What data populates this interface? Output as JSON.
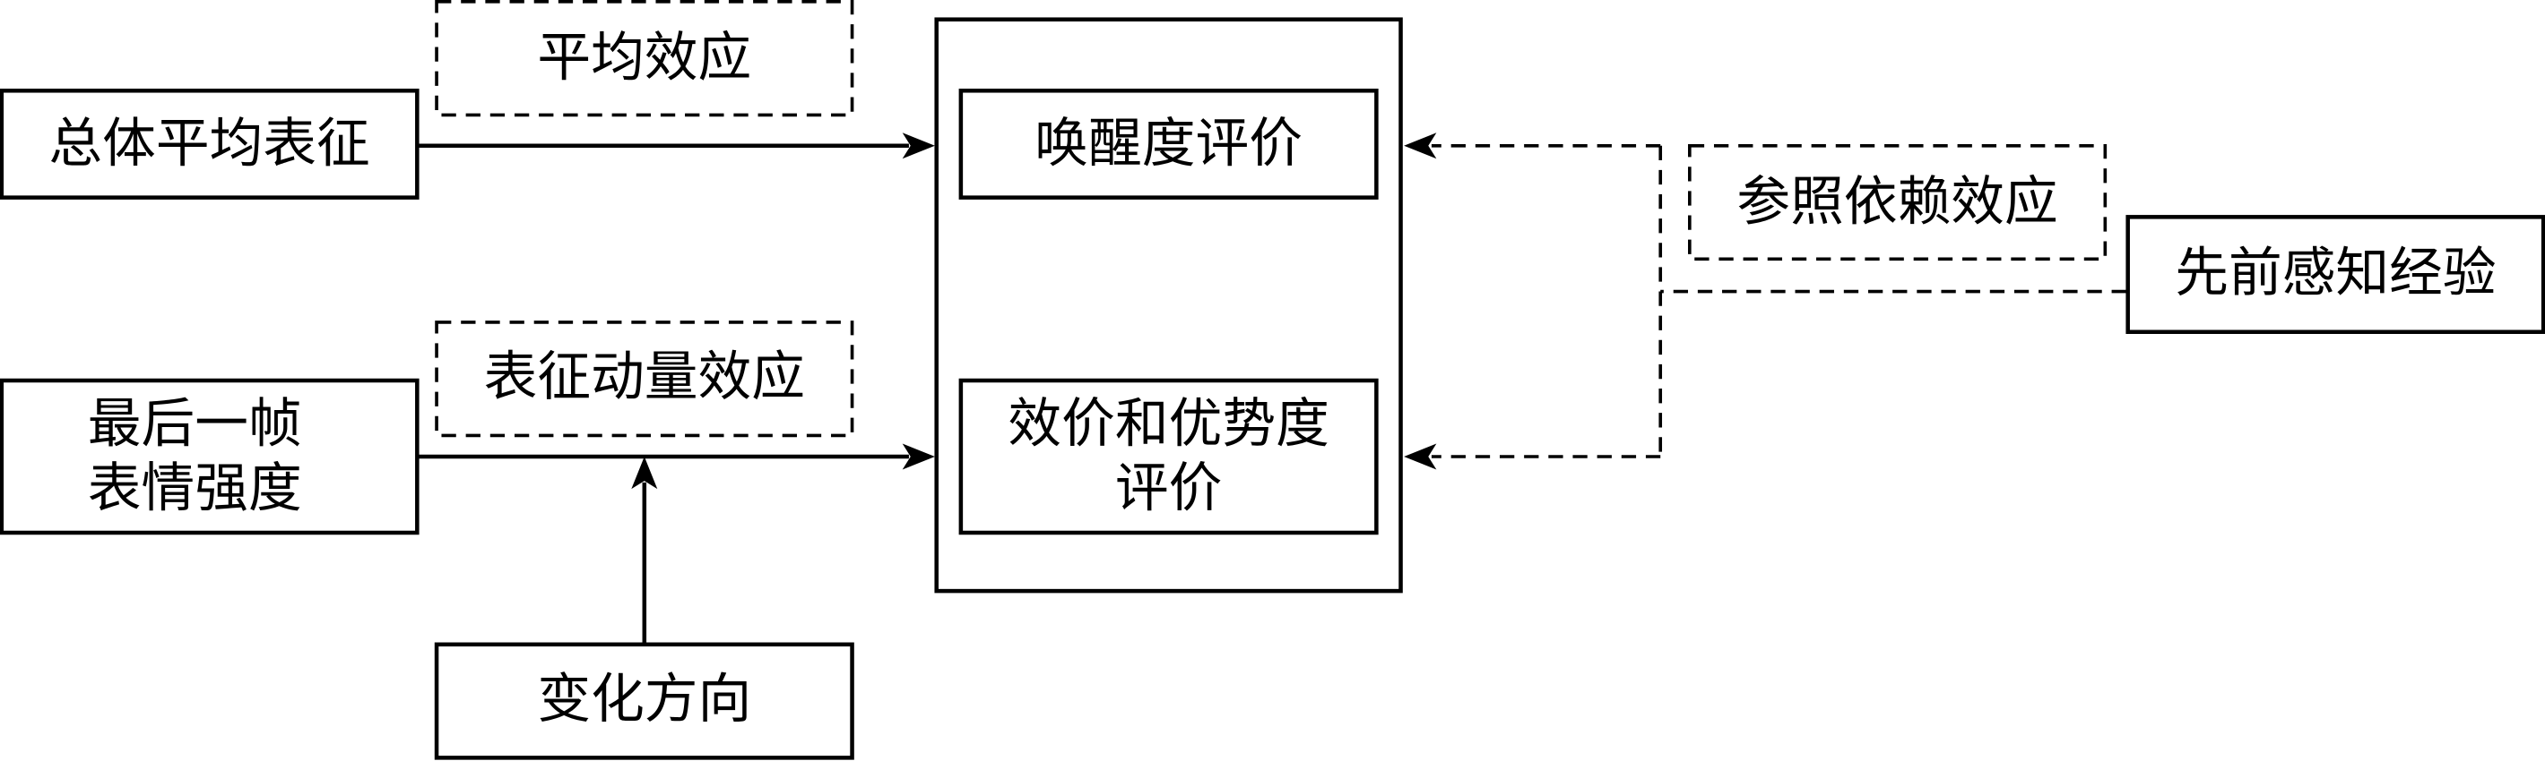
{
  "nodes": {
    "overall_mean": "总体平均表征",
    "mean_effect": "平均效应",
    "last_frame_1": "最后一帧",
    "last_frame_2": "表情强度",
    "momentum_effect": "表征动量效应",
    "direction": "变化方向",
    "arousal": "唤醒度评价",
    "valence_1": "效价和优势度",
    "valence_2": "评价",
    "reference_effect": "参照依赖效应",
    "prior_experience": "先前感知经验"
  }
}
